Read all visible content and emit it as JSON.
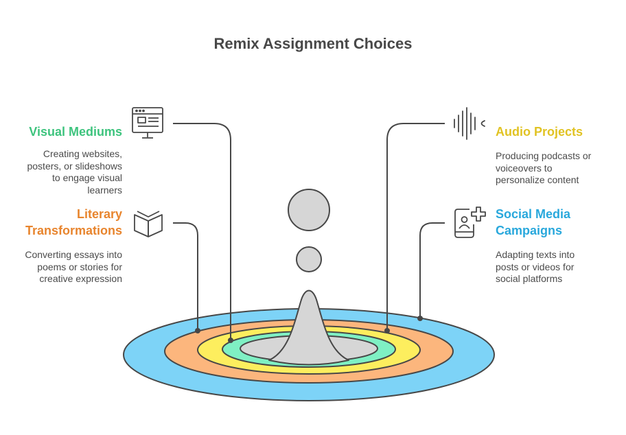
{
  "title": "Remix Assignment Choices",
  "colors": {
    "visual": "#3ec47e",
    "literary": "#e8852e",
    "audio": "#e1c323",
    "social": "#29a8dc",
    "ring_outer": "#7dd3f7",
    "ring_orange": "#fcb67d",
    "ring_yellow": "#fdee5e",
    "ring_green": "#7ff0c4",
    "center": "#d6d6d6",
    "stroke": "#474747"
  },
  "items": {
    "visual": {
      "heading": "Visual Mediums",
      "desc": [
        "Creating websites,",
        "posters, or slideshows",
        "to engage visual",
        "learners"
      ],
      "icon": "web-page-monitor-icon"
    },
    "literary": {
      "heading": [
        "Literary",
        "Transformations"
      ],
      "desc": [
        "Converting essays into",
        "poems or stories for",
        "creative expression"
      ],
      "icon": "open-book-icon"
    },
    "audio": {
      "heading": "Audio Projects",
      "desc": [
        "Producing podcasts or",
        "voiceovers to",
        "personalize content"
      ],
      "icon": "sound-wave-icon"
    },
    "social": {
      "heading": [
        "Social Media",
        "Campaigns"
      ],
      "desc": [
        "Adapting texts into",
        "posts or videos for",
        "social platforms"
      ],
      "icon": "phone-profile-plus-icon"
    }
  }
}
